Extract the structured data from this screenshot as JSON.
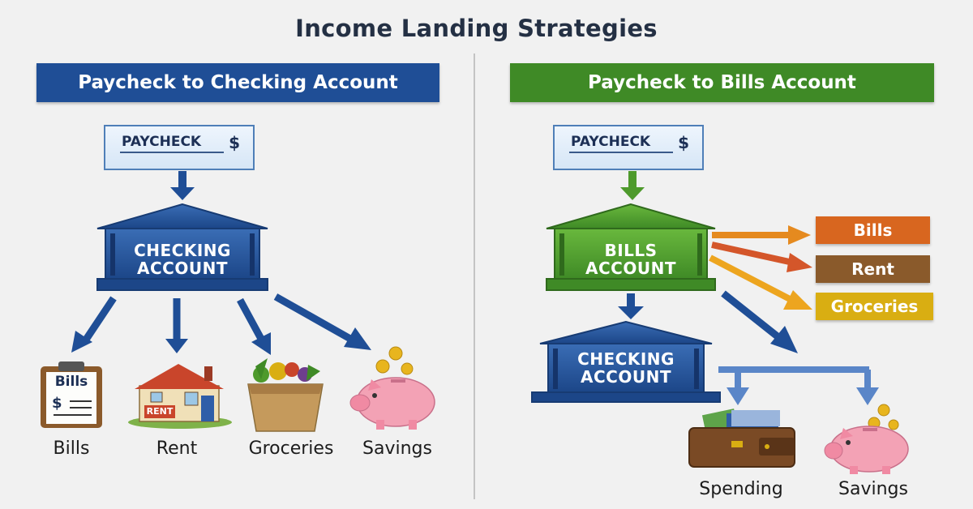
{
  "title": "Income Landing Strategies",
  "left": {
    "banner": "Paycheck to Checking Account",
    "paycheck_label": "PAYCHECK",
    "paycheck_symbol": "$",
    "account_line1": "CHECKING",
    "account_line2": "ACCOUNT",
    "categories": [
      {
        "label": "Bills",
        "icon": "clipboard-bills-icon",
        "icon_text": "Bills",
        "icon_symbol": "$"
      },
      {
        "label": "Rent",
        "icon": "house-icon",
        "icon_text": "RENT"
      },
      {
        "label": "Groceries",
        "icon": "grocery-bag-icon"
      },
      {
        "label": "Savings",
        "icon": "piggy-bank-icon"
      }
    ]
  },
  "right": {
    "banner": "Paycheck to Bills Account",
    "paycheck_label": "PAYCHECK",
    "paycheck_symbol": "$",
    "bills_account_line1": "BILLS",
    "bills_account_line2": "ACCOUNT",
    "checking_line1": "CHECKING",
    "checking_line2": "ACCOUNT",
    "bill_items": [
      {
        "label": "Bills",
        "color": "#d8661f"
      },
      {
        "label": "Rent",
        "color": "#8a5a2b"
      },
      {
        "label": "Groceries",
        "color": "#d9ae12"
      }
    ],
    "outcomes": [
      {
        "label": "Spending",
        "icon": "wallet-icon"
      },
      {
        "label": "Savings",
        "icon": "piggy-bank-icon"
      }
    ]
  },
  "colors": {
    "left_banner": "#1f4e96",
    "right_banner": "#3f8a26",
    "bank_blue": "#1f4e96",
    "bank_green": "#4e9a2c"
  }
}
